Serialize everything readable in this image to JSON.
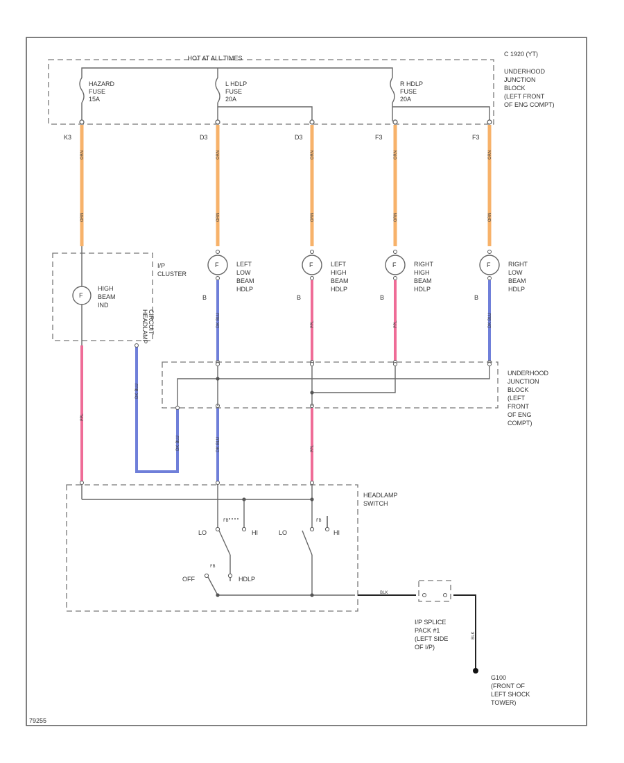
{
  "colors": {
    "orange": "#f7b26a",
    "blue": "#6f7fd9",
    "pink": "#ef6c97",
    "wire": "#666666"
  },
  "fuse_block": {
    "top_label": "HOT AT ALL TIMES",
    "connector_label": "C 1920 (YT)",
    "desc": [
      "UNDERHOOD",
      "JUNCTION",
      "BLOCK",
      "(LEFT FRONT",
      "OF ENG COMPT)"
    ],
    "fuses": [
      {
        "lines": [
          "HAZARD",
          "FUSE",
          "15A"
        ]
      },
      {
        "lines": [
          "L HDLP",
          "FUSE",
          "20A"
        ]
      },
      {
        "lines": [
          "R HDLP",
          "FUSE",
          "20A"
        ]
      }
    ],
    "pins": [
      "K3",
      "D3",
      "D3",
      "F3",
      "F3"
    ]
  },
  "ip_cluster": {
    "label": [
      "I/P",
      "CLUSTER"
    ],
    "indicator": [
      "HIGH",
      "BEAM",
      "IND"
    ],
    "circuit_label": [
      "HEADLAMP",
      "CIRCUIT"
    ]
  },
  "lamps": [
    {
      "name": [
        "LEFT",
        "LOW",
        "BEAM",
        "HDLP"
      ],
      "pin": "B"
    },
    {
      "name": [
        "LEFT",
        "HIGH",
        "BEAM",
        "HDLP"
      ],
      "pin": "B"
    },
    {
      "name": [
        "RIGHT",
        "HIGH",
        "BEAM",
        "HDLP"
      ],
      "pin": "B"
    },
    {
      "name": [
        "RIGHT",
        "LOW",
        "BEAM",
        "HDLP"
      ],
      "pin": "B"
    }
  ],
  "junction_block_2": {
    "desc": [
      "UNDERHOOD",
      "JUNCTION",
      "BLOCK",
      "(LEFT",
      "FRONT",
      "OF ENG",
      "COMPT)"
    ]
  },
  "headlamp_switch": {
    "label": [
      "HEADLAMP",
      "SWITCH"
    ],
    "lo1": "LO",
    "hi1": "HI",
    "lo2": "LO",
    "hi2": "HI",
    "off": "OFF",
    "hdlp": "HDLP",
    "labels_small": [
      "FB",
      "FB",
      "FB"
    ]
  },
  "splice": {
    "desc": [
      "I/P SPLICE",
      "PACK #1",
      "(LEFT SIDE",
      "OF I/P)"
    ]
  },
  "ground": {
    "desc": [
      "G100",
      "(FRONT OF",
      "LEFT SHOCK",
      "TOWER)"
    ]
  },
  "wire_codes": {
    "orange": "ORN",
    "blue": "DK BLU",
    "pink": "PPL",
    "black": "BLK"
  },
  "figure_id": "79255"
}
